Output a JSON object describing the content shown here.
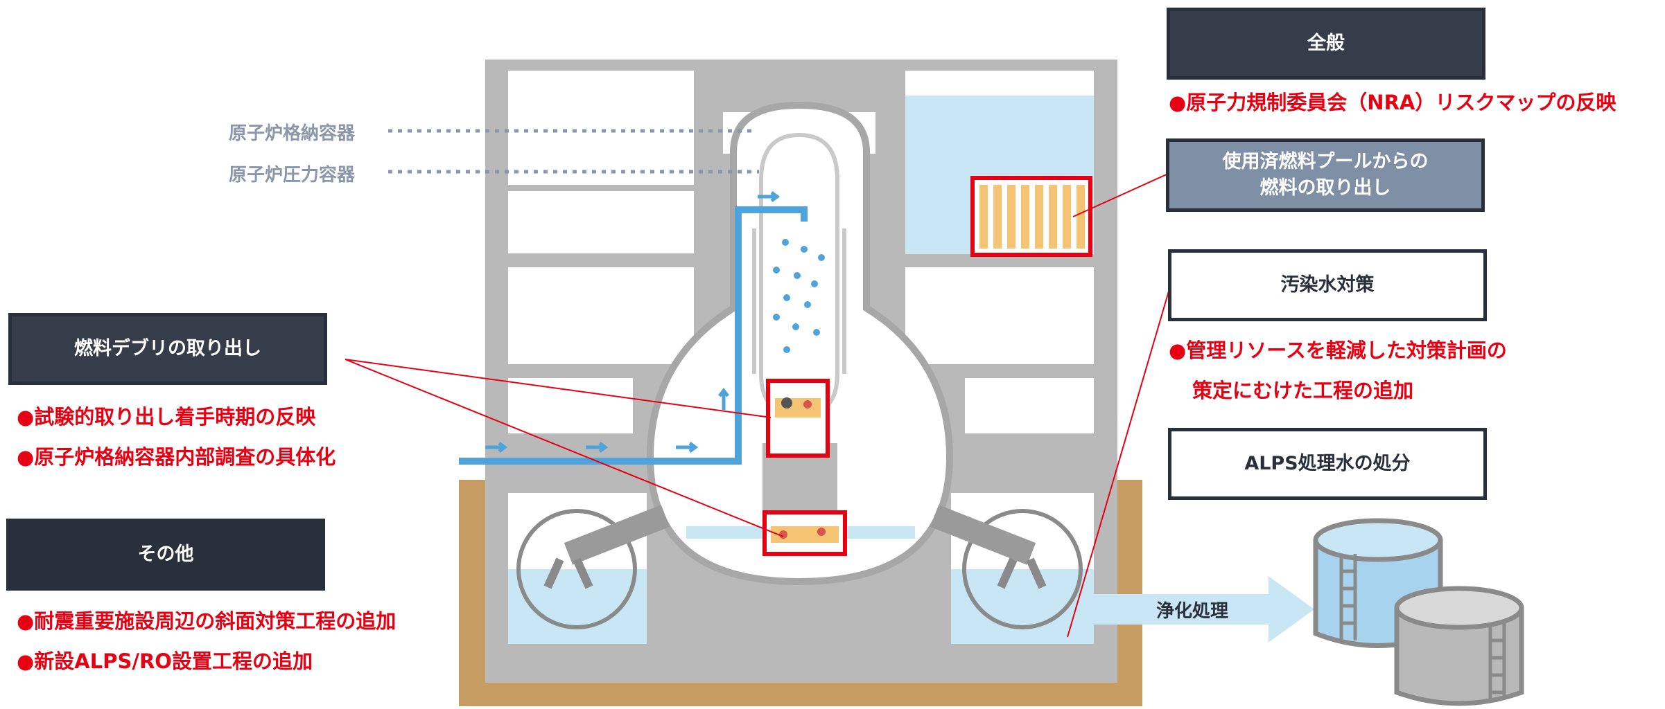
{
  "labels": {
    "containment_vessel": "原子炉格納容器",
    "pressure_vessel": "原子炉圧力容器",
    "purification": "浄化処理"
  },
  "boxes": {
    "general": "全般",
    "spent_fuel": [
      "使用済燃料プールからの",
      "燃料の取り出し"
    ],
    "contaminated_water": "汚染水対策",
    "alps_water": "ALPS処理水の処分",
    "fuel_debris": "燃料デブリの取り出し",
    "others": "その他"
  },
  "notes": {
    "general": [
      "●原子力規制委員会（NRA）リスクマップの反映"
    ],
    "contaminated_water": [
      "●管理リソースを軽減した対策計画の",
      "策定にむけた工程の追加"
    ],
    "fuel_debris": [
      "●試験的取り出し着手時期の反映",
      "●原子炉格納容器内部調査の具体化"
    ],
    "others": [
      "●耐震重要施設周辺の斜面対策工程の追加",
      "●新設ALPS/RO設置工程の追加"
    ]
  },
  "colors": {
    "building": "#b9b9b9",
    "ground": "#c69c63",
    "water": "#c9e6f5",
    "pipe": "#4fa3db",
    "highlight": "#e60012",
    "fuel": "#f5c472",
    "dark_box": "#353d4b"
  }
}
